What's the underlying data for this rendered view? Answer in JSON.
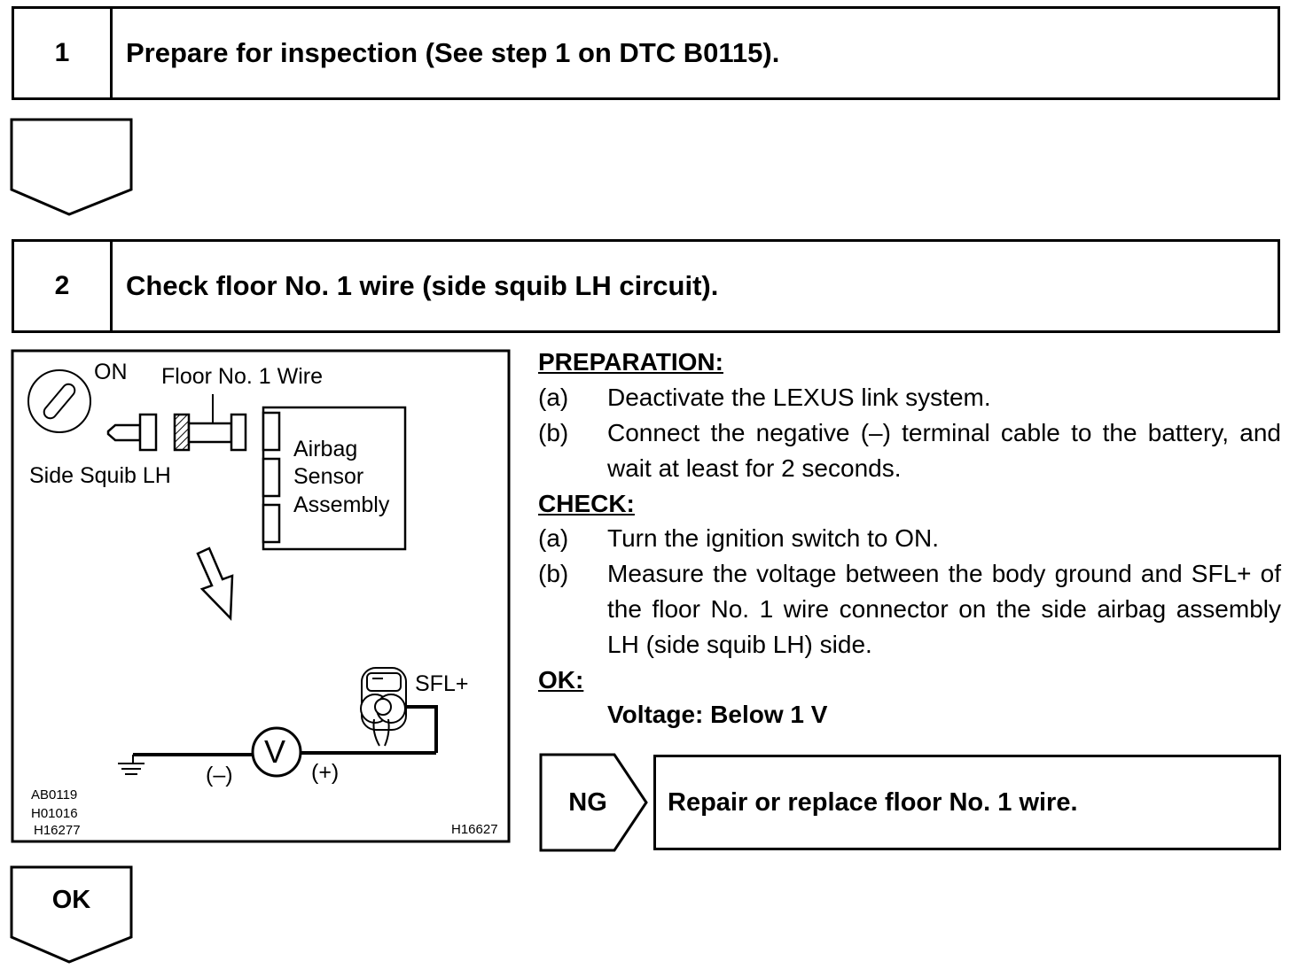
{
  "steps": [
    {
      "number": "1",
      "title": "Prepare for inspection (See step 1 on DTC B0115)."
    },
    {
      "number": "2",
      "title": "Check floor No. 1 wire (side squib LH circuit)."
    }
  ],
  "figure": {
    "labels": {
      "on": "ON",
      "floor_wire": "Floor No. 1 Wire",
      "side_squib": "Side Squib LH",
      "airbag_line1": "Airbag",
      "airbag_line2": "Sensor",
      "airbag_line3": "Assembly",
      "sfl": "SFL+",
      "minus": "(–)",
      "plus": "(+)",
      "voltmeter": "V"
    },
    "codes": [
      "AB0119",
      "H01016",
      "H16277"
    ],
    "figure_id": "H16627"
  },
  "preparation": {
    "heading": "PREPARATION:",
    "items": [
      {
        "label": "(a)",
        "text": "Deactivate the LEXUS link system."
      },
      {
        "label": "(b)",
        "text": "Connect the negative (–) terminal cable to the battery, and wait at least for 2 seconds."
      }
    ]
  },
  "check": {
    "heading": "CHECK:",
    "items": [
      {
        "label": "(a)",
        "text": "Turn the ignition switch to ON."
      },
      {
        "label": "(b)",
        "text": "Measure the voltage between the body ground and SFL+ of the floor No. 1 wire connector on the side airbag assembly LH (side squib LH) side."
      }
    ]
  },
  "ok": {
    "heading": "OK:",
    "spec": "Voltage: Below 1 V"
  },
  "ng": {
    "label": "NG",
    "result": "Repair or replace floor No. 1 wire."
  },
  "flow_ok_label": "OK"
}
